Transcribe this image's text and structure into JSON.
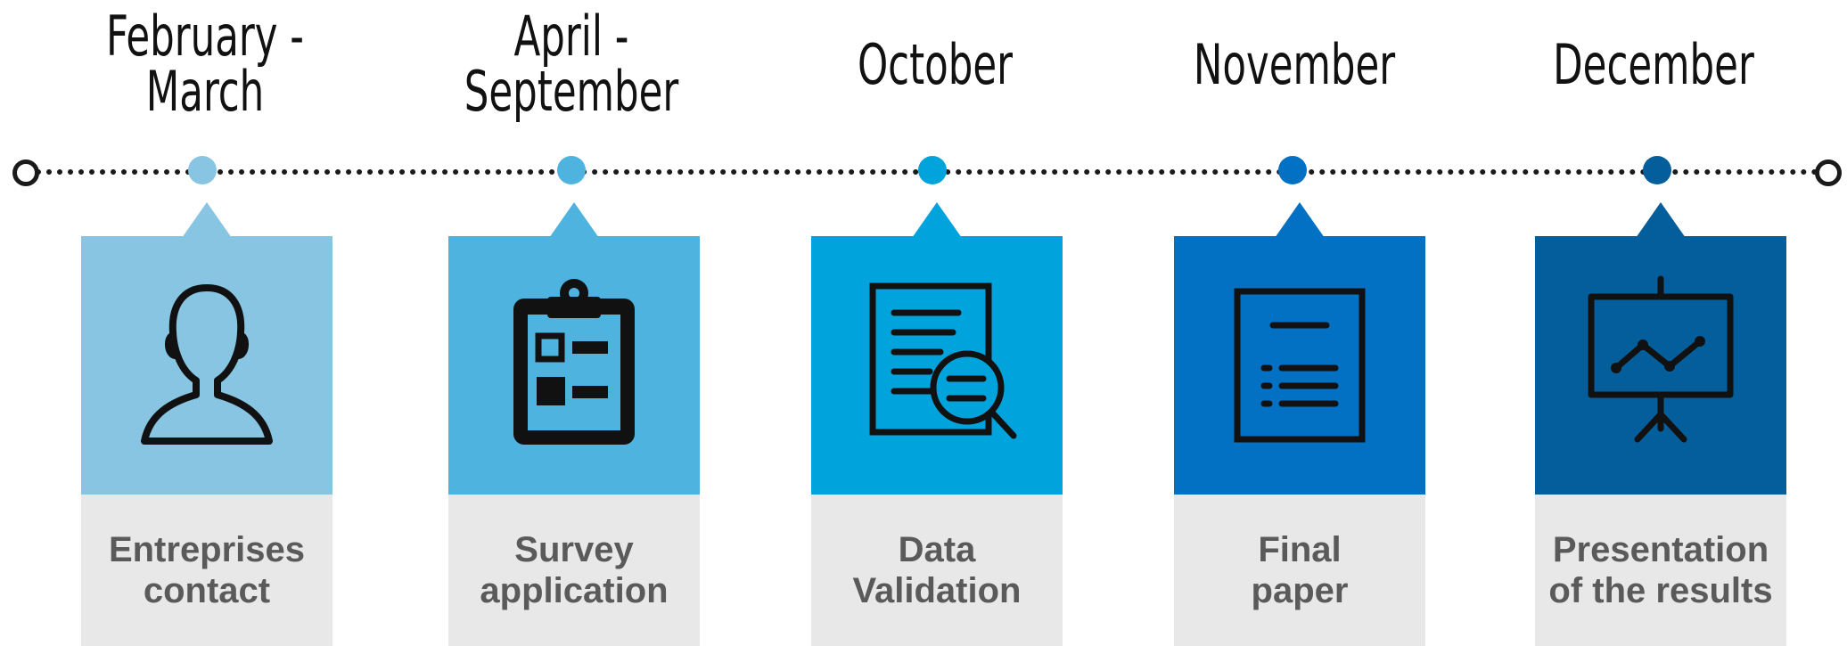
{
  "timeline": {
    "stages": [
      {
        "period": "February -\nMarch",
        "caption": "Entreprises\ncontact",
        "icon": "person-icon",
        "color": "#87c5e2"
      },
      {
        "period": "April -\nSeptember",
        "caption": "Survey\napplication",
        "icon": "clipboard-icon",
        "color": "#4fb3e0"
      },
      {
        "period": "October",
        "caption": "Data\nValidation",
        "icon": "document-search-icon",
        "color": "#00a3dc"
      },
      {
        "period": "November",
        "caption": "Final\npaper",
        "icon": "document-icon",
        "color": "#0271c4"
      },
      {
        "period": "December",
        "caption": "Presentation\nof the results",
        "icon": "presentation-board-icon",
        "color": "#045e9b"
      }
    ]
  }
}
